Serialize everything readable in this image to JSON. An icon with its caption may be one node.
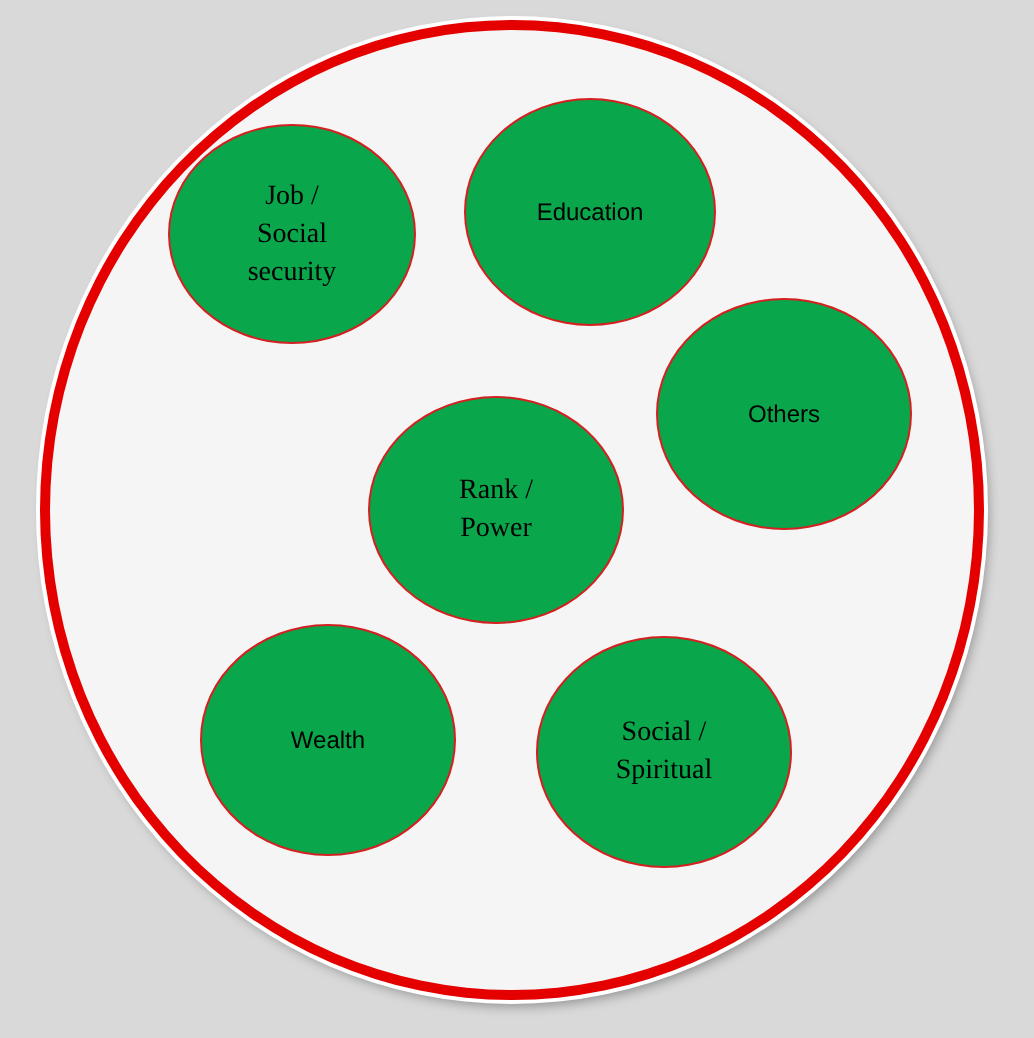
{
  "diagram": {
    "nodes": [
      {
        "text": [],
        "shape": "circle"
      },
      {
        "text": [
          "Education"
        ],
        "in": 0
      },
      {
        "text": [
          "Job / Social security"
        ],
        "in": 0
      },
      {
        "text": [
          "Others"
        ],
        "in": 0
      },
      {
        "text": [
          "Rank / Power"
        ],
        "in": 0
      },
      {
        "text": [
          "Wealth"
        ],
        "in": 0
      },
      {
        "text": [
          "Social / Spiritual"
        ],
        "in": 0
      }
    ]
  }
}
